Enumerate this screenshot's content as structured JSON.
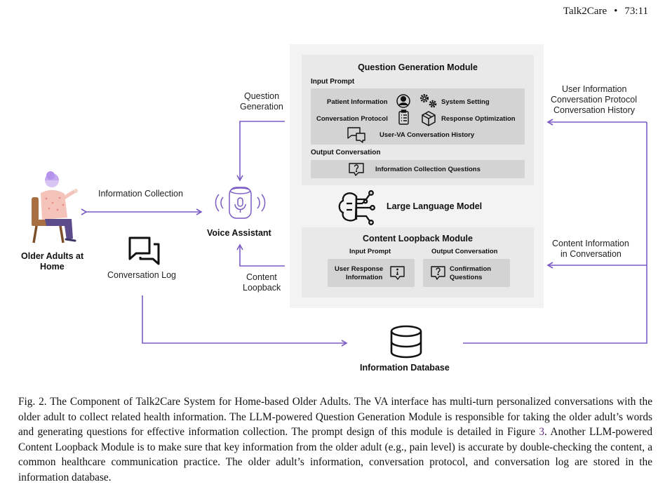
{
  "header": {
    "title": "Talk2Care",
    "separator": "•",
    "page": "73:11"
  },
  "question_generation_module": {
    "title": "Question Generation Module",
    "input_prompt_label": "Input Prompt",
    "items": {
      "patient_information": "Patient Information",
      "system_setting": "System Setting",
      "conversation_protocol": "Conversation Protocol",
      "response_optimization": "Response Optimization",
      "conversation_history": "User-VA Conversation History"
    },
    "output_label": "Output Conversation",
    "output_item": "Information Collection Questions"
  },
  "llm": {
    "label": "Large Language Model"
  },
  "content_loopback_module": {
    "title": "Content Loopback Module",
    "input_prompt_label": "Input Prompt",
    "output_label": "Output Conversation",
    "input_item_line1": "User Response",
    "input_item_line2": "Information",
    "output_item_line1": "Confirmation",
    "output_item_line2": "Questions"
  },
  "labels": {
    "question_generation_line1": "Question",
    "question_generation_line2": "Generation",
    "information_collection": "Information Collection",
    "voice_assistant": "Voice Assistant",
    "older_adults_line1": "Older Adults at",
    "older_adults_line2": "Home",
    "conversation_log": "Conversation Log",
    "content_loopback_line1": "Content",
    "content_loopback_line2": "Loopback",
    "user_info_line1": "User Information",
    "user_info_line2": "Conversation Protocol",
    "user_info_line3": "Conversation History",
    "content_info_line1": "Content Information",
    "content_info_line2": "in Conversation",
    "information_database": "Information Database"
  },
  "colors": {
    "arrow": "#7b5cc4",
    "icon_purple": "#a48ae0",
    "panel": "#f3f3f3",
    "module": "#e9e9e9",
    "inner": "#d3d3d3"
  },
  "caption": {
    "part1": "Fig. 2.  The Component of Talk2Care System for Home-based Older Adults. The VA interface has multi-turn personalized conversations with the older adult to collect related health information. The LLM-powered Question Generation Module is responsible for taking the older adult’s words and generating questions for effective information collection. The prompt design of this module is detailed in Figure ",
    "figure_ref": "3",
    "part2": ". Another LLM-powered Content Loopback Module is to make sure that key information from the older adult (e.g., pain level) is accurate by double-checking the content, a common healthcare communication practice. The older adult’s information, conversation protocol, and conversation log are stored in the information database."
  }
}
